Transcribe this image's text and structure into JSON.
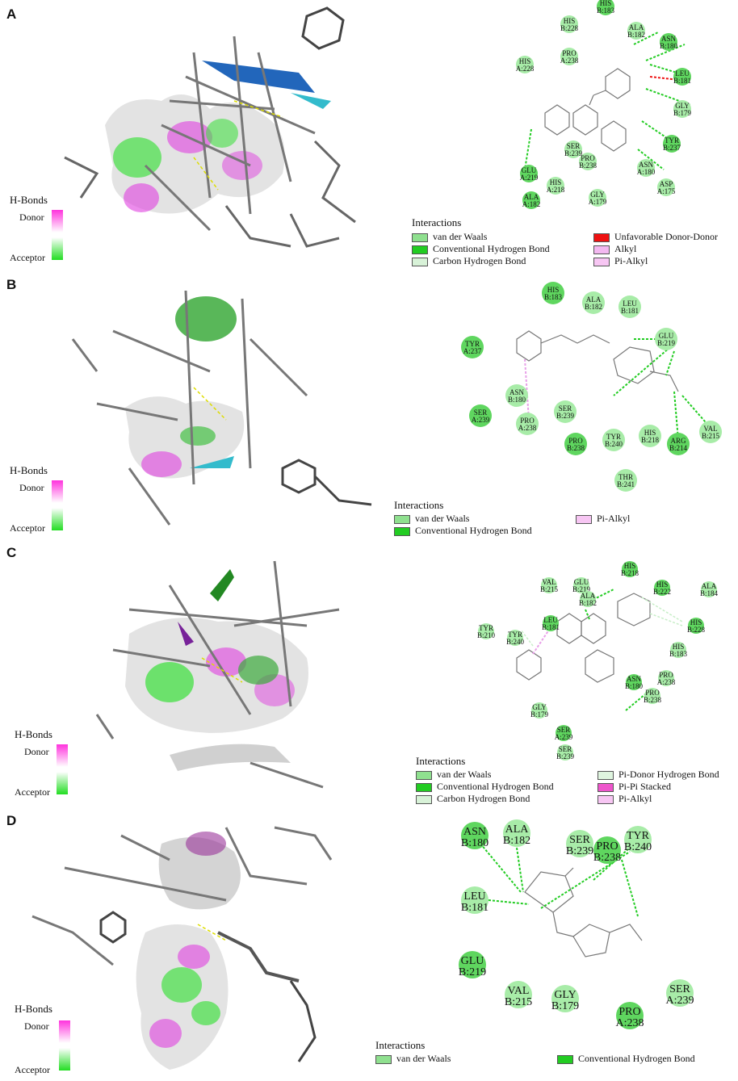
{
  "panels": [
    {
      "label": "A",
      "hbonds": {
        "title": "H-Bonds",
        "donor": "Donor",
        "acceptor": "Acceptor"
      },
      "legend": {
        "title": "Interactions",
        "items": [
          {
            "label": "van der Waals",
            "color": "#8fe08f"
          },
          {
            "label": "Conventional Hydrogen Bond",
            "color": "#22cc22"
          },
          {
            "label": "Carbon Hydrogen Bond",
            "color": "#d8f2d8"
          },
          {
            "label": "Unfavorable Donor-Donor",
            "color": "#ee1111"
          },
          {
            "label": "Alkyl",
            "color": "#f3b8f0"
          },
          {
            "label": "Pi-Alkyl",
            "color": "#f7c6f3"
          }
        ]
      },
      "residues": [
        {
          "name": "HIS",
          "id": "B:183"
        },
        {
          "name": "HIS",
          "id": "B:228"
        },
        {
          "name": "ALA",
          "id": "B:182"
        },
        {
          "name": "ASN",
          "id": "B:180"
        },
        {
          "name": "PRO",
          "id": "A:238"
        },
        {
          "name": "HIS",
          "id": "A:228"
        },
        {
          "name": "LEU",
          "id": "B:181"
        },
        {
          "name": "GLY",
          "id": "B:179"
        },
        {
          "name": "SER",
          "id": "B:239"
        },
        {
          "name": "TYR",
          "id": "B:237"
        },
        {
          "name": "PRO",
          "id": "B:238"
        },
        {
          "name": "ASN",
          "id": "A:180"
        },
        {
          "name": "GLU",
          "id": "A:219"
        },
        {
          "name": "ASP",
          "id": "A:175"
        },
        {
          "name": "HIS",
          "id": "A:218"
        },
        {
          "name": "ALA",
          "id": "A:182"
        },
        {
          "name": "GLY",
          "id": "A:179"
        }
      ]
    },
    {
      "label": "B",
      "hbonds": {
        "title": "H-Bonds",
        "donor": "Donor",
        "acceptor": "Acceptor"
      },
      "legend": {
        "title": "Interactions",
        "items": [
          {
            "label": "van der Waals",
            "color": "#8fe08f"
          },
          {
            "label": "Conventional Hydrogen Bond",
            "color": "#22cc22"
          },
          {
            "label": "Pi-Alkyl",
            "color": "#f7c6f3"
          }
        ]
      },
      "residues": [
        {
          "name": "HIS",
          "id": "B:183"
        },
        {
          "name": "ALA",
          "id": "B:182"
        },
        {
          "name": "LEU",
          "id": "B:181"
        },
        {
          "name": "TYR",
          "id": "A:237"
        },
        {
          "name": "GLU",
          "id": "B:219"
        },
        {
          "name": "ASN",
          "id": "B:180"
        },
        {
          "name": "SER",
          "id": "A:239"
        },
        {
          "name": "PRO",
          "id": "A:238"
        },
        {
          "name": "SER",
          "id": "B:239"
        },
        {
          "name": "PRO",
          "id": "B:238"
        },
        {
          "name": "TYR",
          "id": "B:240"
        },
        {
          "name": "HIS",
          "id": "B:218"
        },
        {
          "name": "ARG",
          "id": "B:214"
        },
        {
          "name": "VAL",
          "id": "B:215"
        },
        {
          "name": "THR",
          "id": "B:241"
        }
      ]
    },
    {
      "label": "C",
      "hbonds": {
        "title": "H-Bonds",
        "donor": "Donor",
        "acceptor": "Acceptor"
      },
      "legend": {
        "title": "Interactions",
        "items": [
          {
            "label": "van der Waals",
            "color": "#8fe08f"
          },
          {
            "label": "Conventional Hydrogen Bond",
            "color": "#22cc22"
          },
          {
            "label": "Carbon Hydrogen Bond",
            "color": "#d8f2d8"
          },
          {
            "label": "Pi-Donor Hydrogen Bond",
            "color": "#dff5df"
          },
          {
            "label": "Pi-Pi Stacked",
            "color": "#ee55cc"
          },
          {
            "label": "Pi-Alkyl",
            "color": "#f7c6f3"
          }
        ]
      },
      "residues": [
        {
          "name": "HIS",
          "id": "B:218"
        },
        {
          "name": "VAL",
          "id": "B:215"
        },
        {
          "name": "GLU",
          "id": "B:219"
        },
        {
          "name": "HIS",
          "id": "B:222"
        },
        {
          "name": "ALA",
          "id": "B:184"
        },
        {
          "name": "ALA",
          "id": "B:182"
        },
        {
          "name": "HIS",
          "id": "B:228"
        },
        {
          "name": "TYR",
          "id": "B:210"
        },
        {
          "name": "TYR",
          "id": "B:240"
        },
        {
          "name": "LEU",
          "id": "B:181"
        },
        {
          "name": "HIS",
          "id": "B:183"
        },
        {
          "name": "PRO",
          "id": "A:238"
        },
        {
          "name": "ASN",
          "id": "B:180"
        },
        {
          "name": "PRO",
          "id": "B:238"
        },
        {
          "name": "GLY",
          "id": "B:179"
        },
        {
          "name": "SER",
          "id": "A:239"
        },
        {
          "name": "SER",
          "id": "B:239"
        }
      ]
    },
    {
      "label": "D",
      "hbonds": {
        "title": "H-Bonds",
        "donor": "Donor",
        "acceptor": "Acceptor"
      },
      "legend": {
        "title": "Interactions",
        "items": [
          {
            "label": "van der Waals",
            "color": "#8fe08f"
          },
          {
            "label": "Conventional Hydrogen Bond",
            "color": "#22cc22"
          }
        ]
      },
      "residues": [
        {
          "name": "ASN",
          "id": "B:180"
        },
        {
          "name": "ALA",
          "id": "B:182"
        },
        {
          "name": "SER",
          "id": "B:239"
        },
        {
          "name": "PRO",
          "id": "B:238"
        },
        {
          "name": "TYR",
          "id": "B:240"
        },
        {
          "name": "LEU",
          "id": "B:181"
        },
        {
          "name": "GLU",
          "id": "B:219"
        },
        {
          "name": "VAL",
          "id": "B:215"
        },
        {
          "name": "GLY",
          "id": "B:179"
        },
        {
          "name": "PRO",
          "id": "A:238"
        },
        {
          "name": "SER",
          "id": "A:239"
        }
      ]
    }
  ]
}
